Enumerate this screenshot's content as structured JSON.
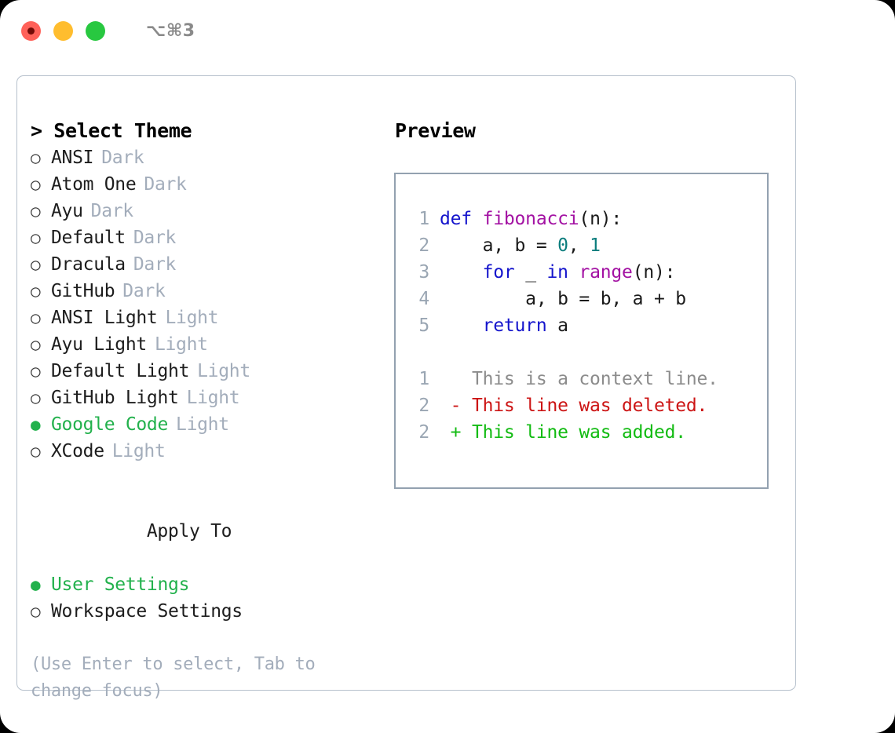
{
  "titlebar": {
    "shortcut": "⌥⌘3",
    "buttons": [
      "close",
      "minimize",
      "maximize"
    ]
  },
  "theme_list": {
    "header": "> Select Theme",
    "options": [
      {
        "bullet": "○",
        "label": "ANSI",
        "tag": "Dark",
        "selected": false
      },
      {
        "bullet": "○",
        "label": "Atom One",
        "tag": "Dark",
        "selected": false
      },
      {
        "bullet": "○",
        "label": "Ayu",
        "tag": "Dark",
        "selected": false
      },
      {
        "bullet": "○",
        "label": "Default",
        "tag": "Dark",
        "selected": false
      },
      {
        "bullet": "○",
        "label": "Dracula",
        "tag": "Dark",
        "selected": false
      },
      {
        "bullet": "○",
        "label": "GitHub",
        "tag": "Dark",
        "selected": false
      },
      {
        "bullet": "○",
        "label": "ANSI Light",
        "tag": "Light",
        "selected": false
      },
      {
        "bullet": "○",
        "label": "Ayu Light",
        "tag": "Light",
        "selected": false
      },
      {
        "bullet": "○",
        "label": "Default Light",
        "tag": "Light",
        "selected": false
      },
      {
        "bullet": "○",
        "label": "GitHub Light",
        "tag": "Light",
        "selected": false
      },
      {
        "bullet": "●",
        "label": "Google Code",
        "tag": "Light",
        "selected": true
      },
      {
        "bullet": "○",
        "label": "XCode",
        "tag": "Light",
        "selected": false
      }
    ]
  },
  "apply_to": {
    "header": "Apply To",
    "options": [
      {
        "bullet": "●",
        "label": "User Settings",
        "selected": true
      },
      {
        "bullet": "○",
        "label": "Workspace Settings",
        "selected": false
      }
    ]
  },
  "hint": "(Use Enter to select, Tab to change focus)",
  "preview": {
    "header": "Preview",
    "code_lines": [
      {
        "num": "1",
        "tokens": [
          {
            "t": "def ",
            "c": "kw"
          },
          {
            "t": "fibonacci",
            "c": "fn"
          },
          {
            "t": "(n):",
            "c": "pl"
          }
        ]
      },
      {
        "num": "2",
        "tokens": [
          {
            "t": "    a, b = ",
            "c": "pl"
          },
          {
            "t": "0",
            "c": "num"
          },
          {
            "t": ", ",
            "c": "pl"
          },
          {
            "t": "1",
            "c": "num"
          }
        ]
      },
      {
        "num": "3",
        "tokens": [
          {
            "t": "    ",
            "c": "pl"
          },
          {
            "t": "for",
            "c": "kw"
          },
          {
            "t": " _ ",
            "c": "pl"
          },
          {
            "t": "in",
            "c": "kw"
          },
          {
            "t": " ",
            "c": "pl"
          },
          {
            "t": "range",
            "c": "fn"
          },
          {
            "t": "(n):",
            "c": "pl"
          }
        ]
      },
      {
        "num": "4",
        "tokens": [
          {
            "t": "        a, b = b, a + b",
            "c": "pl"
          }
        ]
      },
      {
        "num": "5",
        "tokens": [
          {
            "t": "    ",
            "c": "pl"
          },
          {
            "t": "return",
            "c": "kw"
          },
          {
            "t": " a",
            "c": "pl"
          }
        ]
      }
    ],
    "diff_lines": [
      {
        "num": "1",
        "marker": "  ",
        "text": "This is a context line.",
        "kind": "ctx"
      },
      {
        "num": "2",
        "marker": "- ",
        "text": "This line was deleted.",
        "kind": "del"
      },
      {
        "num": "2",
        "marker": "+ ",
        "text": "This line was added.",
        "kind": "add"
      }
    ]
  },
  "colors": {
    "accent_green": "#22b14c",
    "muted_gray": "#a3adbb",
    "border": "#b6c0cc",
    "panel_border": "#93a1b0",
    "keyword": "#1414cc",
    "function": "#a312a3",
    "number": "#0b7d7d",
    "diff_delete": "#cc1414",
    "diff_add": "#12bb12"
  }
}
